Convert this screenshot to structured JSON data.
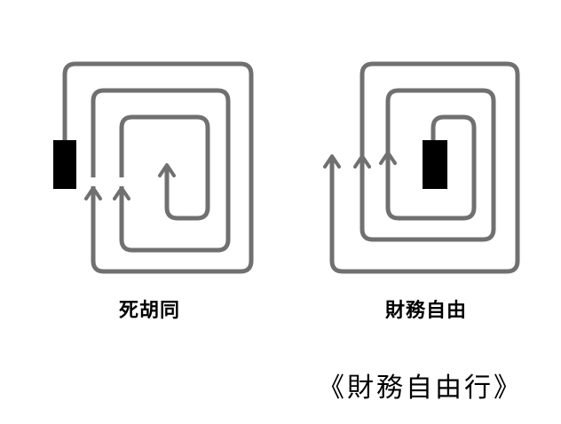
{
  "diagram": {
    "left": {
      "label": "死胡同"
    },
    "right": {
      "label": "財務自由"
    },
    "caption": "《財務自由行》",
    "colors": {
      "path": "#707070",
      "block": "#000000",
      "text": "#000000"
    }
  }
}
